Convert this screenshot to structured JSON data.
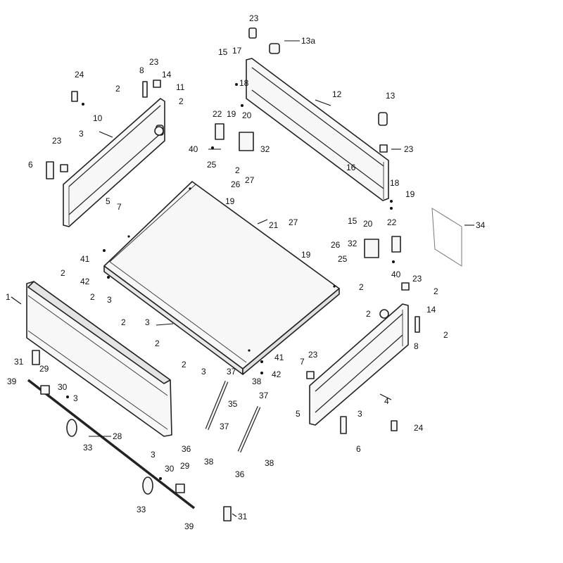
{
  "labels": {
    "l1": "1",
    "l2a": "2",
    "l2b": "2",
    "l2c": "2",
    "l2d": "2",
    "l2e": "2",
    "l2f": "2",
    "l2g": "2",
    "l2h": "2",
    "l2i": "2",
    "l2j": "2",
    "l2k": "2",
    "l2l": "2",
    "l3a": "3",
    "l3b": "3",
    "l3c": "3",
    "l3d": "3",
    "l3e": "3",
    "l3f": "3",
    "l3g": "3",
    "l4": "4",
    "l5a": "5",
    "l5b": "5",
    "l6a": "6",
    "l6b": "6",
    "l7a": "7",
    "l7b": "7",
    "l8a": "8",
    "l8b": "8",
    "l10": "10",
    "l11": "11",
    "l12": "12",
    "l13": "13",
    "l13a": "13a",
    "l14a": "14",
    "l14b": "14",
    "l15a": "15",
    "l15b": "15",
    "l16": "16",
    "l17": "17",
    "l18a": "18",
    "l18b": "18",
    "l19a": "19",
    "l19b": "19",
    "l19c": "19",
    "l19d": "19",
    "l20a": "20",
    "l20b": "20",
    "l21": "21",
    "l22a": "22",
    "l22b": "22",
    "l23a": "23",
    "l23b": "23",
    "l23c": "23",
    "l23d": "23",
    "l23e": "23",
    "l23f": "23",
    "l24a": "24",
    "l24b": "24",
    "l25a": "25",
    "l25b": "25",
    "l26a": "26",
    "l26b": "26",
    "l27a": "27",
    "l27b": "27",
    "l28": "28",
    "l29a": "29",
    "l29b": "29",
    "l30a": "30",
    "l30b": "30",
    "l31a": "31",
    "l31b": "31",
    "l32a": "32",
    "l32b": "32",
    "l33a": "33",
    "l33b": "33",
    "l34": "34",
    "l35": "35",
    "l36a": "36",
    "l36b": "36",
    "l37a": "37",
    "l37b": "37",
    "l37c": "37",
    "l38a": "38",
    "l38b": "38",
    "l38c": "38",
    "l39a": "39",
    "l39b": "39",
    "l40a": "40",
    "l40b": "40",
    "l41a": "41",
    "l41b": "41",
    "l42a": "42",
    "l42b": "42"
  }
}
